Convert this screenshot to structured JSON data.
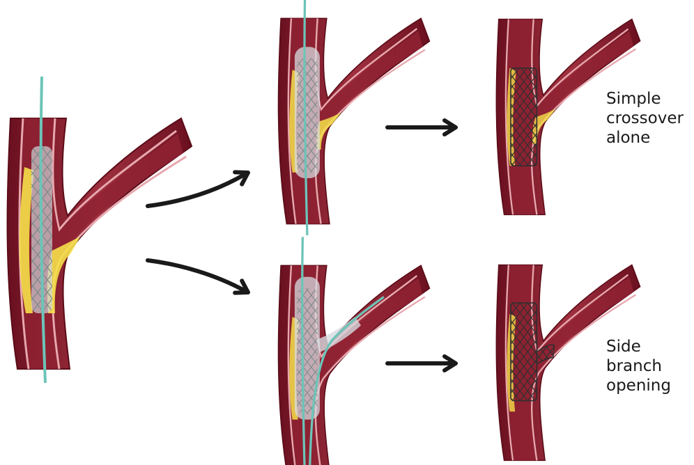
{
  "labels": {
    "top": [
      "Simple",
      "crossover",
      "alone"
    ],
    "bottom": [
      "Side",
      "branch",
      "opening"
    ]
  },
  "colors": {
    "vessel_wall": "#7a1626",
    "vessel_wall_light": "#b0384a",
    "vessel_lumen": "#8f2232",
    "intima": "#e7a7ae",
    "plaque": "#f5e04a",
    "guidewire": "#6cc4b8",
    "balloon": "#d7dbe0",
    "stent": "#3a3a3a",
    "arrow": "#1a1a1a"
  },
  "stages": [
    "initial-stented-bifurcation",
    "post-dilation-balloon",
    "simple-crossover-result",
    "kissing-balloon",
    "side-branch-opening-result"
  ]
}
